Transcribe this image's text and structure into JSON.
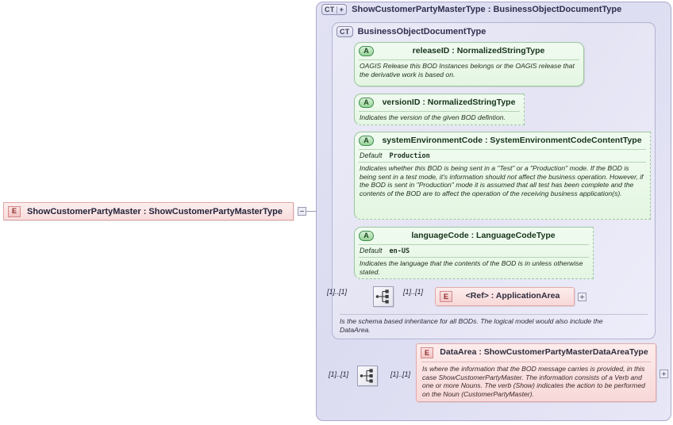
{
  "meta": {
    "colors": {
      "frame_fill": "#e2e2f4",
      "frame_border": "#a9a9cc",
      "attribute_fill": "#e9f7e6",
      "attribute_border": "#9cc79c",
      "element_fill": "#f9dcdc",
      "element_border": "#e0a6a6",
      "line": "#8a8aa8"
    }
  },
  "root_element": {
    "icon": "element-icon",
    "icon_label": "E",
    "name": "ShowCustomerPartyMaster : ShowCustomerPartyMasterType",
    "toggle": "collapse-toggle"
  },
  "outer_type": {
    "icon": "complextype-icon",
    "icon_label": "CT",
    "icon_plus": "+",
    "title": "ShowCustomerPartyMasterType : BusinessObjectDocumentType"
  },
  "inner_type": {
    "icon": "complextype-icon",
    "icon_label": "CT",
    "title": "BusinessObjectDocumentType",
    "documentation": "Is the schema based inheritance for all BODs. The logical model would also include the DataArea."
  },
  "attributes": [
    {
      "icon": "attribute-icon",
      "icon_label": "A",
      "name": "releaseID : NormalizedStringType",
      "default_label": null,
      "default_value": null,
      "documentation": "OAGIS Release this BOD Instances belongs or the OAGIS release that the derivative work is based on."
    },
    {
      "icon": "attribute-icon",
      "icon_label": "A",
      "name": "versionID : NormalizedStringType",
      "default_label": null,
      "default_value": null,
      "documentation": "Indicates the version of the given BOD defintion."
    },
    {
      "icon": "attribute-icon",
      "icon_label": "A",
      "name": "systemEnvironmentCode : SystemEnvironmentCodeContentType",
      "default_label": "Default",
      "default_value": "Production",
      "documentation": "Indicates whether this BOD is being sent in a \"Test\" or a \"Production\" mode. If the BOD is being sent in a test mode, it's information should not affect the business operation. However, if the BOD is sent in \"Production\" mode it is assumed that all test has been complete and the contents of the BOD are to affect the operation of the receiving business application(s)."
    },
    {
      "icon": "attribute-icon",
      "icon_label": "A",
      "name": "languageCode : LanguageCodeType",
      "default_label": "Default",
      "default_value": "en-US",
      "documentation": "Indicates the language that the contents of the BOD is in unless otherwise stated."
    }
  ],
  "child_elements": [
    {
      "icon": "element-icon",
      "icon_label": "E",
      "name": "<Ref>      : ApplicationArea",
      "documentation": null,
      "toggle": "expand-toggle",
      "cardinality_left": "[1]..[1]",
      "cardinality_right": "[1]..[1]",
      "compositor": "sequence-icon"
    },
    {
      "icon": "element-icon",
      "icon_label": "E",
      "name": "DataArea : ShowCustomerPartyMasterDataAreaType",
      "documentation": "Is where the information that the BOD message carries is provided, in this case ShowCustomerPartyMaster. The information consists of a Verb and one or more Nouns. The verb (Show) indicates the action to be performed on the Noun (CustomerPartyMaster).",
      "toggle": "expand-toggle",
      "cardinality_left": "[1]..[1]",
      "cardinality_right": "[1]..[1]",
      "compositor": "sequence-icon"
    }
  ]
}
